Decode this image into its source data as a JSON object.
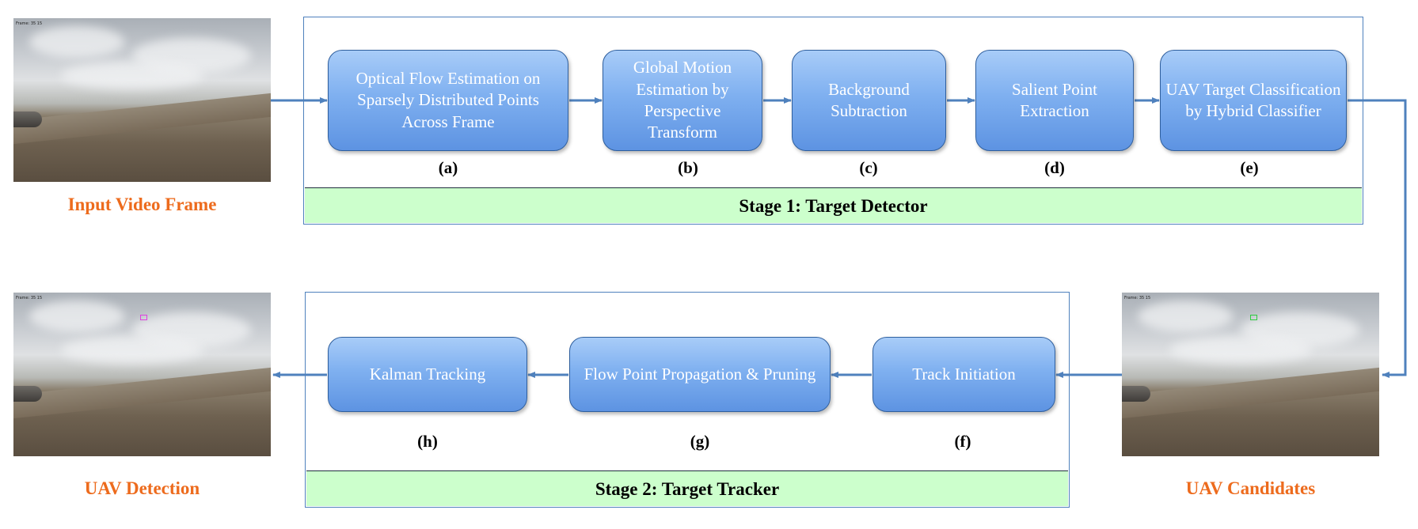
{
  "images": {
    "input": {
      "label": "Input Video Frame",
      "frame_number": "Frame: 35  15"
    },
    "candidates": {
      "label": "UAV Candidates",
      "frame_number": "Frame: 35  15"
    },
    "detection": {
      "label": "UAV Detection",
      "frame_number": "Frame: 35  15"
    }
  },
  "stage1": {
    "title": "Stage 1: Target Detector",
    "steps": [
      {
        "text": "Optical Flow Estimation on Sparsely Distributed Points Across Frame",
        "tag": "(a)"
      },
      {
        "text": "Global Motion Estimation by Perspective Transform",
        "tag": "(b)"
      },
      {
        "text": "Background Subtraction",
        "tag": "(c)"
      },
      {
        "text": "Salient Point Extraction",
        "tag": "(d)"
      },
      {
        "text": "UAV Target Classification by Hybrid Classifier",
        "tag": "(e)"
      }
    ]
  },
  "stage2": {
    "title": "Stage 2: Target Tracker",
    "steps": [
      {
        "text": "Track Initiation",
        "tag": "(f)"
      },
      {
        "text": "Flow Point Propagation & Pruning",
        "tag": "(g)"
      },
      {
        "text": "Kalman Tracking",
        "tag": "(h)"
      }
    ]
  },
  "colors": {
    "box_fill": "#7fb0f0",
    "connector": "#4f81bd",
    "stage_band": "#ccffcc",
    "image_label": "#ed6b1d",
    "candidate_box": "#2ecc40",
    "detection_box": "#e040e0"
  }
}
